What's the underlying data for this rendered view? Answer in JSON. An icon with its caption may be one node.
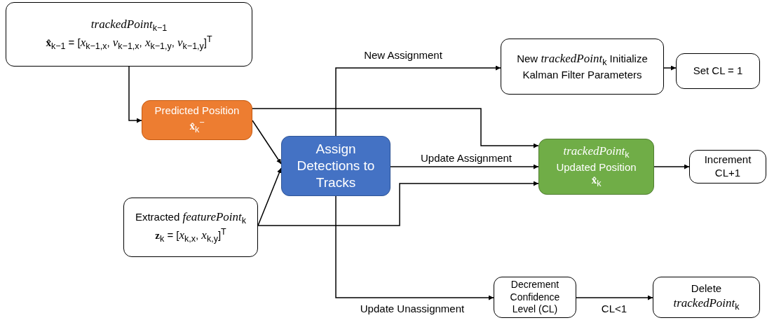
{
  "diagram": {
    "nodes": [
      {
        "text": [
          "*trackedPoint*$_{k−1}$",
          "**x̂**$_{k−1}$ = [*x*$_{k−1,x}$, *v*$_{k−1,x}$, *x*$_{k−1,y}$, *v*$_{k−1,y}$]$^{T}$"
        ]
      },
      {
        "text": [
          "Predicted Position",
          "**x̂**$_{k}$$^{−}$"
        ]
      },
      {
        "text": [
          "Extracted *featurePoint*$_{k}$",
          "**z**$_{k}$ = [*x*$_{k,x}$, *x*$_{k,y}$]$^{T}$"
        ]
      },
      {
        "text": [
          "Assign Detections to Tracks"
        ]
      },
      {
        "text": [
          "New *trackedPoint*$_{k}$ Initialize Kalman Filter Parameters"
        ]
      },
      {
        "text": [
          "Set CL = 1"
        ]
      },
      {
        "text": [
          "*trackedPoint*$_{k}$",
          "Updated Position",
          "**x̂**$_{k}$"
        ]
      },
      {
        "text": [
          "Increment CL+1"
        ]
      },
      {
        "text": [
          "Decrement Confidence Level (CL)"
        ]
      },
      {
        "text": [
          "Delete *trackedPoint*$_{k}$"
        ]
      }
    ],
    "edges": [
      {
        "from": 0,
        "to": 1,
        "arrow": "to"
      },
      {
        "from": 1,
        "to": 3,
        "arrow": "to"
      },
      {
        "from": 2,
        "to": 3,
        "arrow": "to"
      },
      {
        "from": 3,
        "to": 4,
        "arrow": "to",
        "label": "New Assignment"
      },
      {
        "from": 4,
        "to": 5,
        "arrow": "to"
      },
      {
        "from": 1,
        "to": 6,
        "arrow": "to"
      },
      {
        "from": 3,
        "to": 6,
        "arrow": "to",
        "label": "Update Assignment"
      },
      {
        "from": 2,
        "to": 6,
        "arrow": "to"
      },
      {
        "from": 6,
        "to": 7,
        "arrow": "to"
      },
      {
        "from": 3,
        "to": 8,
        "arrow": "to",
        "label": "Update Unassignment"
      },
      {
        "from": 8,
        "to": 9,
        "arrow": "to",
        "label": "CL<1"
      }
    ]
  }
}
